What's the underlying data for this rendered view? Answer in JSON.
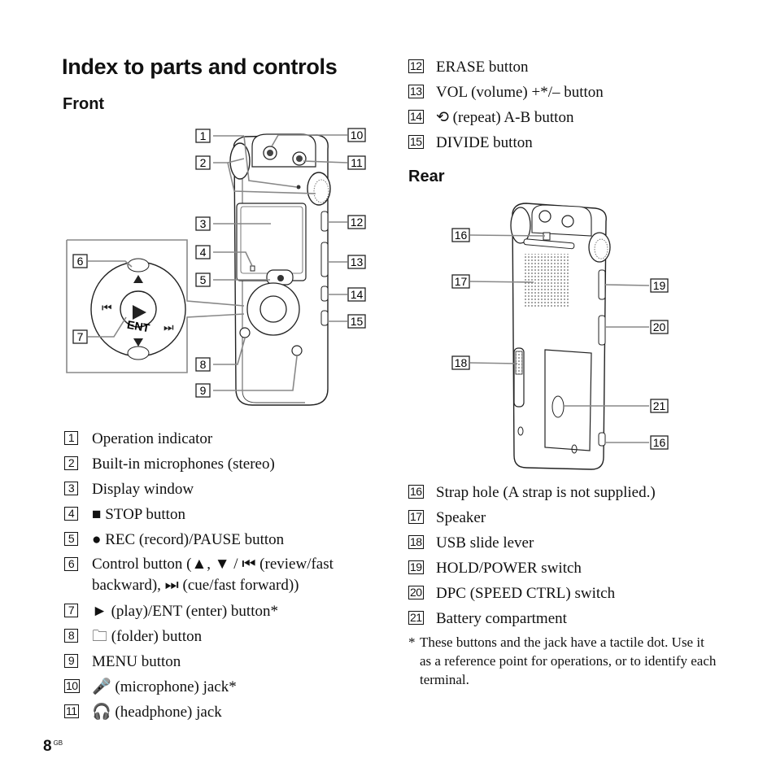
{
  "title": "Index to parts and controls",
  "front": {
    "heading": "Front",
    "items": [
      {
        "num": "1",
        "text": "Operation indicator"
      },
      {
        "num": "2",
        "text": "Built-in microphones (stereo)"
      },
      {
        "num": "3",
        "text": "Display window"
      },
      {
        "num": "4",
        "sym": "■",
        "text": " STOP button"
      },
      {
        "num": "5",
        "sym": "●",
        "text": " REC (record)/PAUSE button"
      },
      {
        "num": "6",
        "text": "Control button (▲, ▼ / ⏮ (review/fast backward), ⏭ (cue/fast forward))"
      },
      {
        "num": "7",
        "sym": "►",
        "text": " (play)/ENT (enter) button*"
      },
      {
        "num": "8",
        "sym": "🗀",
        "text": " (folder) button"
      },
      {
        "num": "9",
        "text": "MENU button"
      },
      {
        "num": "10",
        "sym": "🎤",
        "text": " (microphone) jack*"
      },
      {
        "num": "11",
        "sym": "🎧",
        "text": " (headphone) jack"
      }
    ]
  },
  "front_right": {
    "items": [
      {
        "num": "12",
        "text": "ERASE button"
      },
      {
        "num": "13",
        "text": "VOL (volume) +*/– button"
      },
      {
        "num": "14",
        "sym": "⟲",
        "text": " (repeat) A-B button"
      },
      {
        "num": "15",
        "text": "DIVIDE button"
      }
    ]
  },
  "rear": {
    "heading": "Rear",
    "items": [
      {
        "num": "16",
        "text": "Strap hole (A strap is not supplied.)"
      },
      {
        "num": "17",
        "text": "Speaker"
      },
      {
        "num": "18",
        "text": "USB slide lever"
      },
      {
        "num": "19",
        "text": "HOLD/POWER switch"
      },
      {
        "num": "20",
        "text": "DPC (SPEED CTRL) switch"
      },
      {
        "num": "21",
        "text": "Battery compartment"
      }
    ]
  },
  "footnote": {
    "mark": "*",
    "text": "These buttons and the jack have a tactile dot. Use it as a reference point for operations, or to identify each terminal."
  },
  "page": {
    "number": "8",
    "suffix": "GB"
  },
  "figure_front": {
    "callouts_left": [
      "1",
      "2",
      "3",
      "4",
      "5",
      "6",
      "7",
      "8",
      "9"
    ],
    "callouts_right": [
      "10",
      "11",
      "12",
      "13",
      "14",
      "15"
    ],
    "ent_label": "ENT"
  },
  "figure_rear": {
    "callouts_left": [
      "16",
      "17",
      "18"
    ],
    "callouts_right": [
      "19",
      "20",
      "21",
      "16"
    ]
  }
}
